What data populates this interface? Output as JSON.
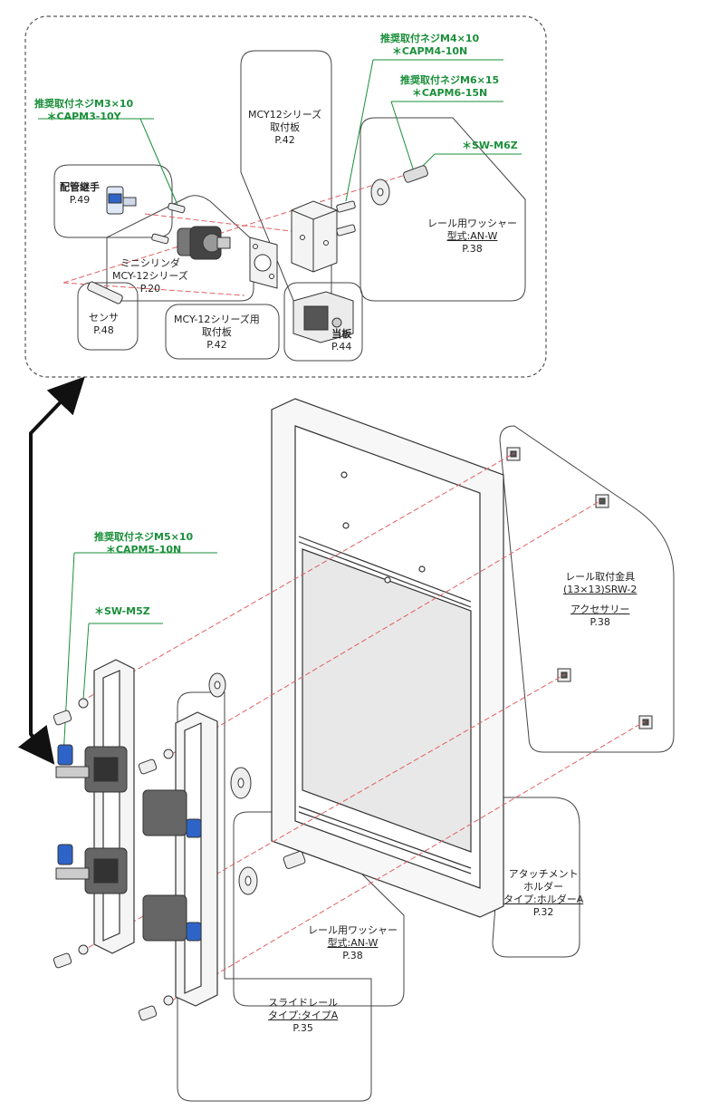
{
  "colors": {
    "callout_green": "#1a8f3a",
    "axis_red": "#e06060",
    "outline": "#333333",
    "cylinder_blue": "#2e64c8"
  },
  "top_group": {
    "screw_m3": {
      "line1": "推奨取付ネジM3×10",
      "line2": "＊CAPM3-10Y"
    },
    "screw_m4": {
      "line1": "推奨取付ネジM4×10",
      "line2": "＊CAPM4-10N"
    },
    "screw_m6": {
      "line1": "推奨取付ネジM6×15",
      "line2": "＊CAPM6-15N"
    },
    "sw_m6z": "＊SW-M6Z",
    "mount_plate_mcy12": {
      "line1": "MCY12シリーズ",
      "line2": "取付板",
      "page": "P.42"
    },
    "pipe_fitting": {
      "line1": "配管継手",
      "page": "P.49"
    },
    "mini_cylinder": {
      "line1": "ミニシリンダ",
      "line2": "MCY-12シリーズ",
      "page": "P.20"
    },
    "sensor": {
      "line1": "センサ",
      "page": "P.48"
    },
    "mcy12_plate": {
      "line1": "MCY-12シリーズ用",
      "line2": "取付板",
      "page": "P.42"
    },
    "backing_plate": {
      "line1": "当板",
      "page": "P.44"
    },
    "rail_washer": {
      "line1": "レール用ワッシャー",
      "line2": "型式:AN-W",
      "page": "P.38"
    }
  },
  "bottom_group": {
    "screw_m5": {
      "line1": "推奨取付ネジM5×10",
      "line2": "＊CAPM5-10N"
    },
    "sw_m5z": "＊SW-M5Z",
    "rail_bracket": {
      "line1": "レール取付金具",
      "line2": "(13×13)SRW-2",
      "line3": "アクセサリー",
      "page": "P.38"
    },
    "attachment_holder": {
      "line1": "アタッチメント",
      "line2": "ホルダー",
      "line3": "タイプ:ホルダーA",
      "page": "P.32"
    },
    "rail_washer": {
      "line1": "レール用ワッシャー",
      "line2": "型式:AN-W",
      "page": "P.38"
    },
    "slide_rail": {
      "line1": "スライドレール",
      "line2": "タイプ:タイプA",
      "page": "P.35"
    }
  }
}
